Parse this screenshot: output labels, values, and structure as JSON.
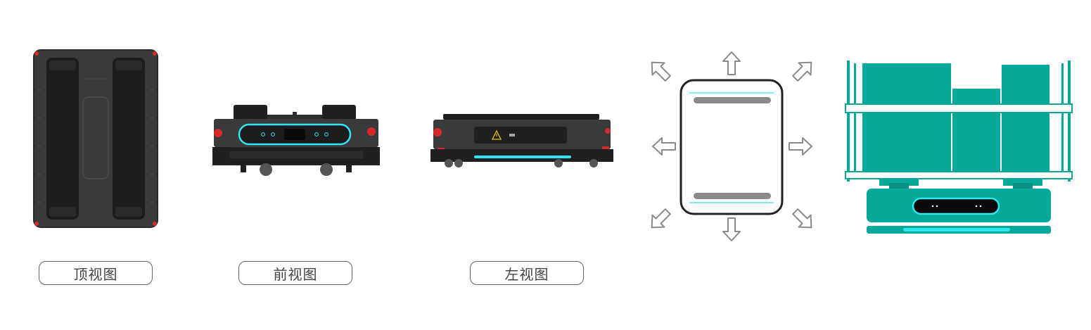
{
  "labels": {
    "top_view": "顶视图",
    "front_view": "前视图",
    "left_view": "左视图"
  },
  "colors": {
    "robot_body": "#3a3a3c",
    "robot_dark": "#1f1f21",
    "accent_red": "#d42a2a",
    "light_cyan": "#2fe6f0",
    "teal": "#08a89a",
    "outline": "#222222",
    "arrow_gray": "#8a8a8a"
  },
  "icons": {
    "warning": "warning-triangle-icon",
    "arrows": [
      "arrow-up-left-icon",
      "arrow-up-icon",
      "arrow-up-right-icon",
      "arrow-left-icon",
      "arrow-right-icon",
      "arrow-down-left-icon",
      "arrow-down-icon",
      "arrow-down-right-icon"
    ]
  }
}
